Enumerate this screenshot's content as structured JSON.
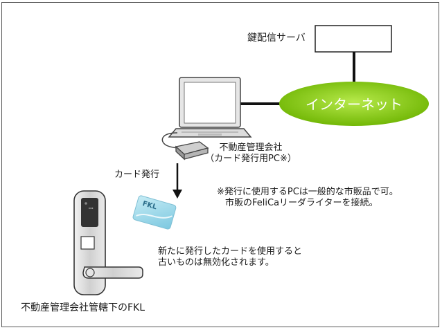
{
  "server": {
    "label": "鍵配信サーバ"
  },
  "internet": {
    "label": "インターネット"
  },
  "pc": {
    "owner_line1": "不動産管理会社",
    "owner_line2": "（カード発行用PC※）"
  },
  "issue": {
    "label": "カード発行"
  },
  "card": {
    "brand": "FKL"
  },
  "note": {
    "line1": "※発行に使用するPCは一般的な市販品で可。",
    "line2": "市販のFeliCaリーダライターを接続。"
  },
  "card_note": {
    "line1": "新たに発行したカードを使用すると",
    "line2": "古いものは無効化されます。"
  },
  "lock": {
    "label": "不動産管理会社管轄下のFKL"
  },
  "colors": {
    "internet_green": "#7cc400",
    "card_blue": "#8fd0e6",
    "lock_silver": "#d9d9d9",
    "lock_panel": "#333333"
  }
}
